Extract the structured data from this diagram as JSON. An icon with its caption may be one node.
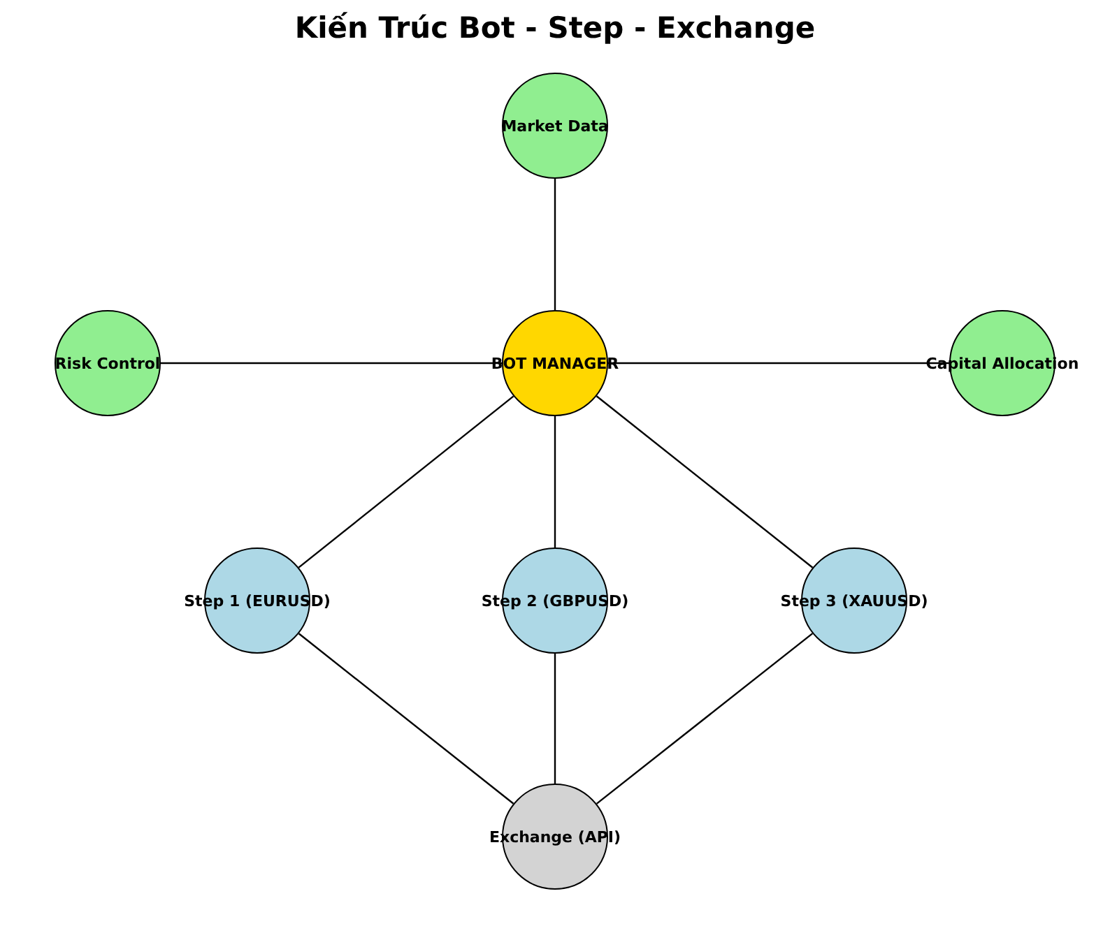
{
  "diagram": {
    "title": "Kiến Trúc Bot - Step - Exchange",
    "nodes": [
      {
        "text": [
          "Market Data"
        ]
      },
      {
        "text": [
          "Risk Control"
        ]
      },
      {
        "text": [
          "BOT MANAGER"
        ]
      },
      {
        "text": [
          "Capital Allocation"
        ]
      },
      {
        "text": [
          "Step 1 (EURUSD)"
        ]
      },
      {
        "text": [
          "Step 2 (GBPUSD)"
        ]
      },
      {
        "text": [
          "Step 3 (XAUUSD)"
        ]
      },
      {
        "text": [
          "Exchange (API)"
        ]
      }
    ],
    "edges": [
      {
        "from": 0,
        "to": 2,
        "arrow": "none"
      },
      {
        "from": 1,
        "to": 2,
        "arrow": "none"
      },
      {
        "from": 2,
        "to": 3,
        "arrow": "none"
      },
      {
        "from": 2,
        "to": 4,
        "arrow": "none"
      },
      {
        "from": 2,
        "to": 5,
        "arrow": "none"
      },
      {
        "from": 2,
        "to": 6,
        "arrow": "none"
      },
      {
        "from": 4,
        "to": 7,
        "arrow": "none"
      },
      {
        "from": 5,
        "to": 7,
        "arrow": "none"
      },
      {
        "from": 6,
        "to": 7,
        "arrow": "none"
      }
    ]
  }
}
